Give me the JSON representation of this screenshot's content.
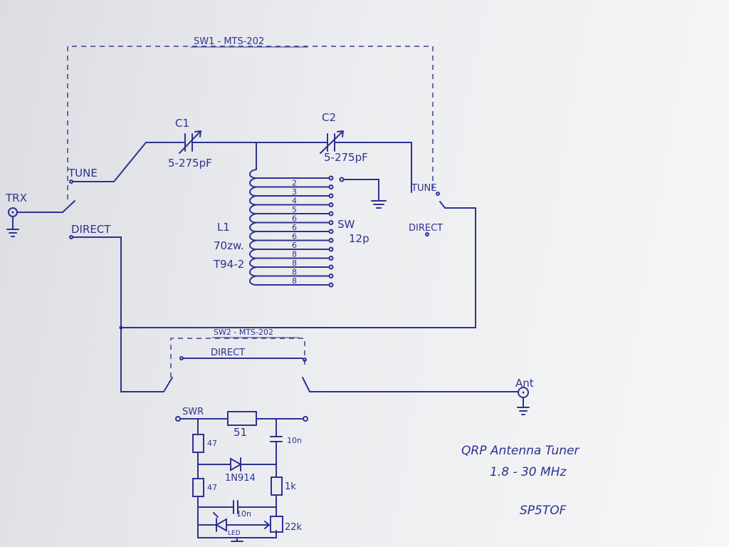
{
  "sw1": {
    "label": "SW1 - MTS-202",
    "tune": "TUNE",
    "direct": "DIRECT",
    "tune_right": "TUNE",
    "direct_right": "DIRECT"
  },
  "trx": "TRX",
  "c1": {
    "name": "C1",
    "value": "5-275pF"
  },
  "c2": {
    "name": "C2",
    "value": "5-275pF"
  },
  "l1": {
    "name": "L1",
    "turns": "70zw.",
    "core": "T94-2"
  },
  "switch": {
    "name": "SW",
    "positions": "12p"
  },
  "taps": [
    "2",
    "3",
    "4",
    "5",
    "6",
    "6",
    "6",
    "6",
    "8",
    "8",
    "8",
    "8"
  ],
  "sw2": {
    "label": "SW2 - MTS-202",
    "direct": "DIRECT"
  },
  "ant": "Ant",
  "swr": {
    "label": "SWR",
    "r_series": "51",
    "r1": "47",
    "r2": "47",
    "c_top": "10n",
    "diode": "1N914",
    "r_1k": "1k",
    "c_mid": "10n",
    "led": "LED",
    "pot": "22k"
  },
  "title": {
    "line1": "QRP Antenna Tuner",
    "line2": "1.8 - 30 MHz",
    "author": "SP5TOF"
  },
  "colors": {
    "ink": "#2d3290"
  }
}
